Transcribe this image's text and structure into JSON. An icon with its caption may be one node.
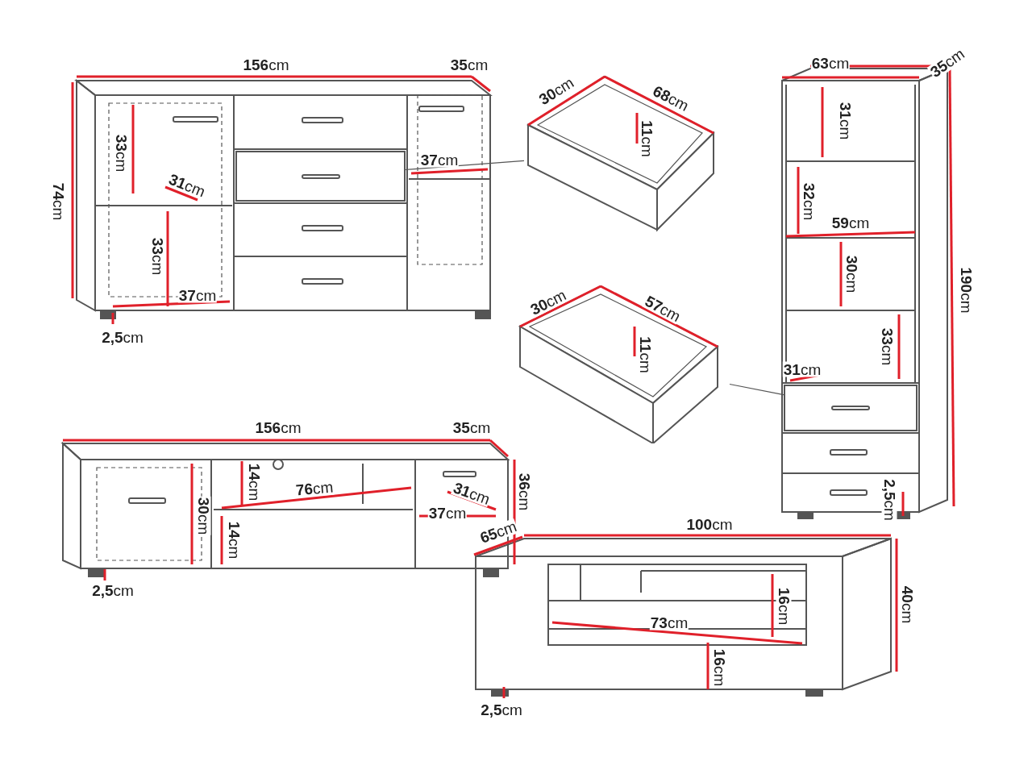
{
  "diagram": {
    "nodes": [
      {
        "text": [],
        "shape": "box"
      },
      {
        "text": [],
        "shape": "picture"
      },
      {
        "text": [],
        "shape": "box"
      },
      {
        "text": [],
        "shape": "picture"
      }
    ],
    "edges": [
      {
        "from": 0,
        "to": 1,
        "arrow": "none"
      },
      {
        "from": 3,
        "to": 2,
        "arrow": "none"
      }
    ],
    "labels": [
      "**156**cm",
      "**35**cm",
      "**74**cm",
      "**33**cm",
      "**31**cm",
      "**37**cm",
      "**33**cm",
      "**37**cm",
      "**2,5**cm",
      "**30**cm",
      "**68**cm",
      "**11**cm",
      "**63**cm",
      "**35**cm",
      "**31**cm",
      "**32**cm",
      "**59**cm",
      "**30**cm",
      "**33**cm",
      "**31**cm",
      "**190**cm",
      "**2,5**cm",
      "**30**cm",
      "**57**cm",
      "**11**cm",
      "**156**cm",
      "**35**cm",
      "**36**cm",
      "**14**cm",
      "**76**cm",
      "**31**cm",
      "**37**cm",
      "**30**cm",
      "**14**cm",
      "**2,5**cm",
      "**65**cm",
      "**100**cm",
      "**40**cm",
      "**16**cm",
      "**73**cm",
      "**16**cm",
      "**2,5**cm"
    ]
  }
}
